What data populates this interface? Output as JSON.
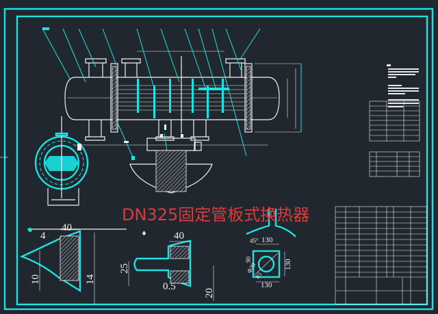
{
  "drawing": {
    "title": "DN325固定管板式换热器",
    "colors": {
      "background": "#21272e",
      "border": "#19e3e3",
      "lines": "#f2f2f2",
      "title": "#e0393b"
    },
    "details": {
      "detail_1": {
        "top_width": "40",
        "offset": "4",
        "left_height": "10",
        "right_height": "14"
      },
      "detail_2": {
        "top_width": "40",
        "height": "25",
        "gap": "0.5",
        "bottom": "20"
      },
      "detail_3": {
        "angle": "45°",
        "width_top": "130",
        "side": "90",
        "hole": "Φ20",
        "radius": "R5",
        "height": "130",
        "width_bottom": "130"
      }
    }
  }
}
